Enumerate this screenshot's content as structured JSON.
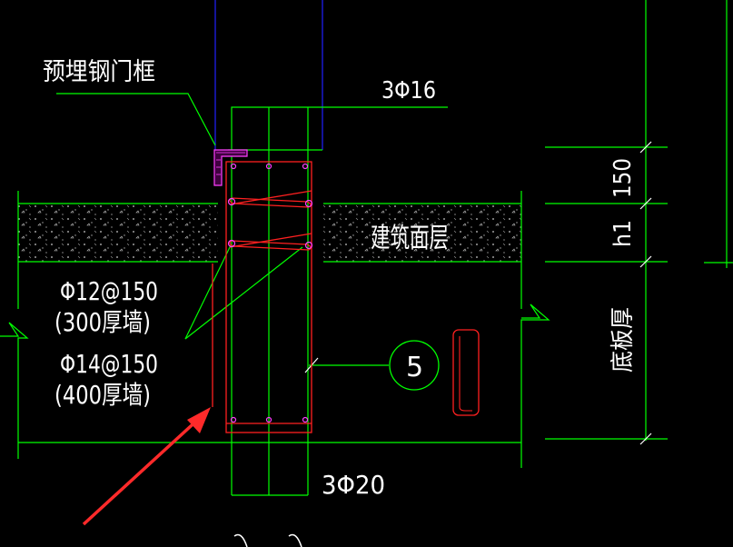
{
  "labels": {
    "embedded_frame": "预埋钢门框",
    "top_rebar": "3Φ16",
    "bottom_rebar": "3Φ20",
    "finish_layer": "建筑面层",
    "stirrup_300_spec": "Φ12@150",
    "stirrup_300_wall": "(300厚墙)",
    "stirrup_400_spec": "Φ14@150",
    "stirrup_400_wall": "(400厚墙)",
    "section_ref": "5",
    "dim_150": "150",
    "dim_h1": "h1",
    "dim_slab": "底板厚"
  },
  "colors": {
    "background": "#000000",
    "outline": "#00ff00",
    "rebar": "#ff2020",
    "blue_line": "#2020ff",
    "text": "#ffffff",
    "steel_frame": "#ff40ff",
    "arrow": "#ff2a2a"
  }
}
